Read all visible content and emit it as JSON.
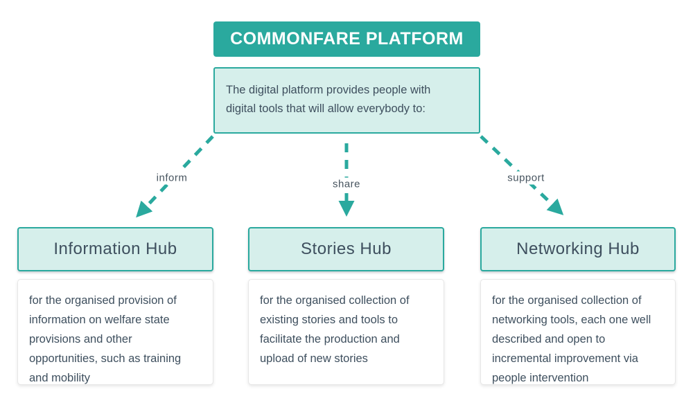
{
  "colors": {
    "teal_accent": "#2aa99e",
    "mint_fill": "#d6efeb",
    "dark_text": "#3e4f5e",
    "label_gray": "#47545f",
    "background": "#ffffff"
  },
  "title_box": {
    "label": "COMMONFARE PLATFORM"
  },
  "intro_box": {
    "text": "The digital platform provides people with digital tools that will allow everybody to:"
  },
  "arrows": [
    {
      "label": "inform"
    },
    {
      "label": "share"
    },
    {
      "label": "support"
    }
  ],
  "hubs": [
    {
      "title": "Information Hub",
      "description": "for the organised provision of information on welfare state provisions and other opportunities, such as training and mobility"
    },
    {
      "title": "Stories Hub",
      "description": "for the organised collection of existing stories and tools to facilitate the production and upload of new stories"
    },
    {
      "title": "Networking Hub",
      "description": "for the organised collection of networking tools, each one well described and open to incremental improvement via people intervention"
    }
  ]
}
